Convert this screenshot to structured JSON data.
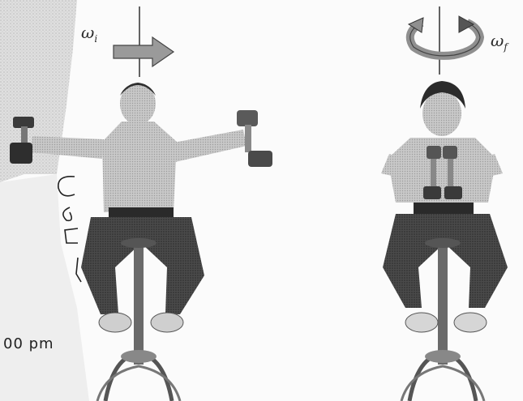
{
  "labels": {
    "omega_initial_symbol": "ω",
    "omega_initial_sub": "i",
    "omega_final_symbol": "ω",
    "omega_final_sub": "f"
  },
  "annotations": {
    "margin_note": "00 pm"
  },
  "colors": {
    "arrow_fill": "#9a9a9a",
    "arrow_stroke": "#444444",
    "figure_skin": "#b9b9b9",
    "figure_dark": "#2f2f2f",
    "background_left_shade": "#d8d8d8"
  },
  "icons": {
    "left_arrow": "straight-right-arrow-icon",
    "right_arrow": "circular-rotation-arrow-icon"
  }
}
